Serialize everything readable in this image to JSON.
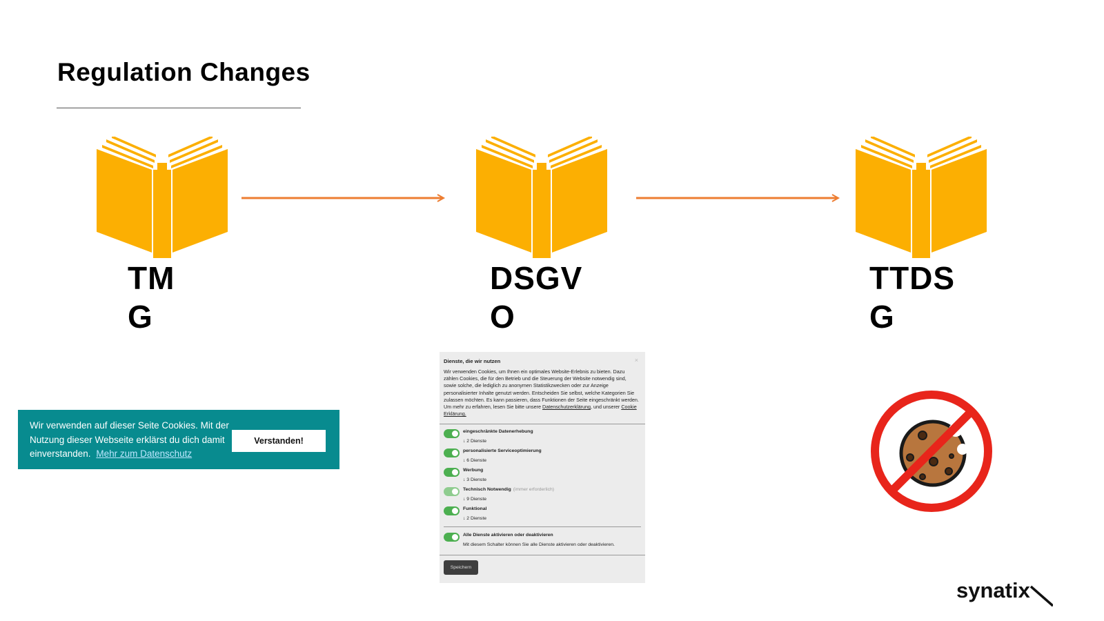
{
  "slide": {
    "title": "Regulation Changes"
  },
  "regulations": [
    {
      "label": "TM\nG",
      "icon": "book-icon"
    },
    {
      "label": "DSGV\nO",
      "icon": "book-icon"
    },
    {
      "label": "TTDS\nG",
      "icon": "book-icon"
    }
  ],
  "colors": {
    "book": "#fcaf02",
    "arrow": "#ed7d31",
    "banner": "#088b8f",
    "toggle": "#4caf50",
    "prohibition": "#e8251b"
  },
  "cookie_banner": {
    "text": "Wir verwenden auf dieser Seite Cookies. Mit der Nutzung dieser Webseite erklärst du dich damit einverstanden.",
    "link": "Mehr zum Datenschutz",
    "button": "Verstanden!"
  },
  "consent_dialog": {
    "close": "×",
    "title": "Dienste, die wir nutzen",
    "text_before_link1": "Wir verwenden Cookies, um Ihnen ein optimales Website-Erlebnis zu bieten. Dazu zählen Cookies, die für den Betrieb und die Steuerung der Website notwendig sind, sowie solche, die lediglich zu anonymen Statistikzwecken oder zur Anzeige personalisierter Inhalte genutzt werden. Entscheiden Sie selbst, welche Kategorien Sie zulassen möchten. Es kann passieren, dass Funktionen der Seite eingeschränkt werden. Um mehr zu erfahren, lesen Sie bitte unsere ",
    "link1": "Datenschutzerklärung",
    "text_between": ", und unserer ",
    "link2": "Cookie Erklärung.",
    "services": [
      {
        "name": "eingeschränkte Datenerhebung",
        "count": "↓ 2 Dienste",
        "note": ""
      },
      {
        "name": "personalisierte Serviceoptimierung",
        "count": "↓ 6 Dienste",
        "note": ""
      },
      {
        "name": "Werbung",
        "count": "↓ 3 Dienste",
        "note": ""
      },
      {
        "name": "Technisch Notwendig",
        "count": "↓ 9 Dienste",
        "note": "(immer erforderlich)"
      },
      {
        "name": "Funktional",
        "count": "↓ 2 Dienste",
        "note": ""
      }
    ],
    "all_toggle": {
      "name": "Alle Dienste aktivieren oder deaktivieren",
      "description": "Mit diesem Schalter können Sie alle Dienste aktivieren oder deaktivieren."
    },
    "save_button": "Speichern"
  },
  "no_cookie_icon": "no-cookies-icon",
  "logo": {
    "text": "synatix"
  }
}
